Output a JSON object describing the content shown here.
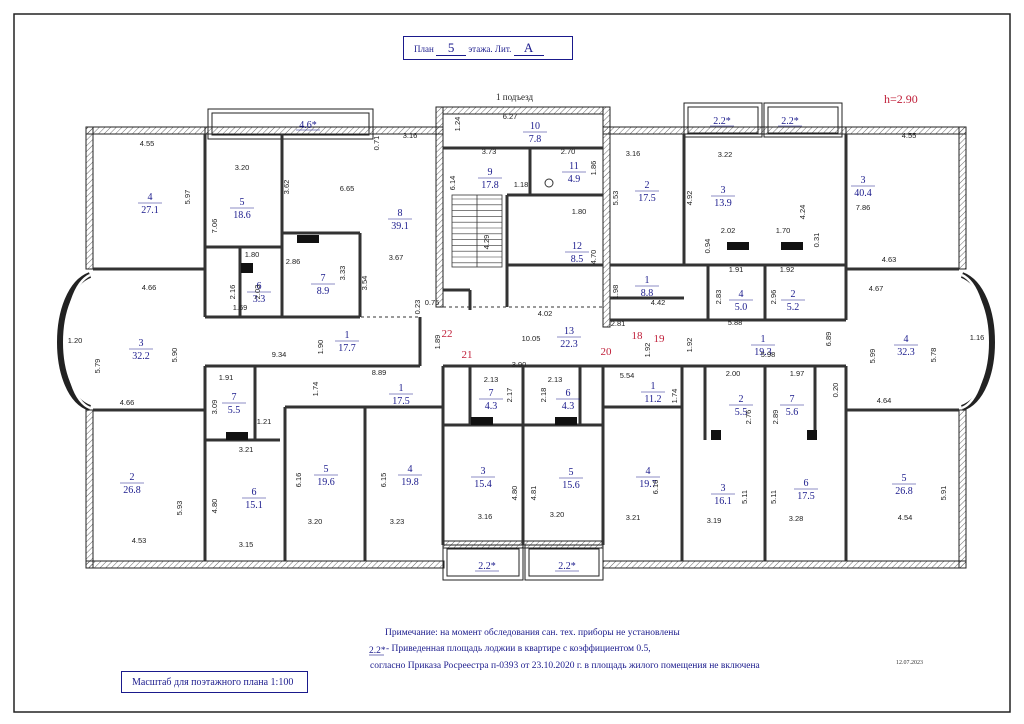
{
  "header": {
    "plan_label": "План",
    "floor_value": "5",
    "floor_suffix": "этажа. Лит.",
    "lit_value": "А"
  },
  "entrance_label": "1 подъезд",
  "height_label": "h=2.90",
  "notes": {
    "line1": "Примечание: на момент обследования сан. тех. приборы  не установлены",
    "line2_mark": "2.2*",
    "line2": " - Приведенная площадь лоджии в квартире с коэффициентом 0.5,",
    "line3": "согласно Приказа Росреестра п-0393 от 23.10.2020 г. в площадь жилого помещения не включена"
  },
  "scale_label": "Масштаб для поэтажного плана 1:100",
  "date": "12.07.2023",
  "colors": {
    "ink": "#1a1a8c",
    "wall": "#333333",
    "red": "#c0203a"
  },
  "rooms": [
    {
      "num": "4",
      "area": "27.1"
    },
    {
      "num": "5",
      "area": "18.6"
    },
    {
      "num": "8",
      "area": "39.1"
    },
    {
      "num": "6",
      "area": "3.3"
    },
    {
      "num": "7",
      "area": "8.9"
    },
    {
      "num": "3",
      "area": "32.2"
    },
    {
      "num": "1",
      "area": "17.7"
    },
    {
      "num": "9",
      "area": "17.8"
    },
    {
      "num": "10",
      "area": "7.8"
    },
    {
      "num": "11",
      "area": "4.9"
    },
    {
      "num": "12",
      "area": "8.5"
    },
    {
      "num": "13",
      "area": "22.3"
    },
    {
      "num": "2",
      "area": "17.5"
    },
    {
      "num": "3",
      "area": "13.9"
    },
    {
      "num": "1",
      "area": "8.8"
    },
    {
      "num": "4",
      "area": "5.0"
    },
    {
      "num": "2",
      "area": "5.2"
    },
    {
      "num": "3",
      "area": "40.4"
    },
    {
      "num": "4",
      "area": "32.3"
    },
    {
      "num": "1",
      "area": "19.3"
    },
    {
      "num": "7",
      "area": "5.5"
    },
    {
      "num": "1",
      "area": "17.5"
    },
    {
      "num": "2",
      "area": "26.8"
    },
    {
      "num": "6",
      "area": "15.1"
    },
    {
      "num": "5",
      "area": "19.6"
    },
    {
      "num": "4",
      "area": "19.8"
    },
    {
      "num": "7",
      "area": "4.3"
    },
    {
      "num": "3",
      "area": "15.4"
    },
    {
      "num": "6",
      "area": "4.3"
    },
    {
      "num": "5",
      "area": "15.6"
    },
    {
      "num": "1",
      "area": "11.2"
    },
    {
      "num": "4",
      "area": "19.7"
    },
    {
      "num": "2",
      "area": "5.5"
    },
    {
      "num": "3",
      "area": "16.1"
    },
    {
      "num": "7",
      "area": "5.6"
    },
    {
      "num": "6",
      "area": "17.5"
    },
    {
      "num": "5",
      "area": "26.8"
    }
  ],
  "loggias": [
    "4.6*",
    "2.2*",
    "2.2*",
    "2.2*",
    "2.2*"
  ],
  "apartments": [
    "22",
    "21",
    "20",
    "18",
    "19"
  ],
  "dimensions": [
    "4.55",
    "5.97",
    "3.20",
    "7.06",
    "3.62",
    "6.65",
    "3.16",
    "0.71",
    "1.80",
    "2.86",
    "3.33",
    "3.67",
    "2.16",
    "2.03",
    "1.69",
    "3.54",
    "4.66",
    "5.79",
    "5.90",
    "1.90",
    "9.34",
    "0.23",
    "0.75",
    "1.89",
    "1.24",
    "6.27",
    "3.73",
    "2.70",
    "1.86",
    "6.14",
    "1.18",
    "1.80",
    "4.29",
    "4.70",
    "10.05",
    "4.02",
    "3.16",
    "5.53",
    "3.22",
    "4.92",
    "2.02",
    "0.94",
    "1.70",
    "0.31",
    "4.55",
    "4.24",
    "7.86",
    "1.91",
    "1.92",
    "2.83",
    "2.96",
    "1.98",
    "4.42",
    "2.81",
    "1.92",
    "1.92",
    "5.88",
    "4.63",
    "4.67",
    "6.89",
    "5.98",
    "5.99",
    "5.78",
    "1.20",
    "1.16",
    "1.91",
    "3.09",
    "1.74",
    "8.89",
    "3.90",
    "2.13",
    "2.17",
    "2.18",
    "2.13",
    "5.54",
    "1.74",
    "2.00",
    "1.97",
    "2.89",
    "2.76",
    "0.20",
    "4.64",
    "4.66",
    "3.21",
    "1.21",
    "6.16",
    "6.15",
    "4.80",
    "4.81",
    "6.16",
    "5.11",
    "5.11",
    "5.93",
    "5.91",
    "4.53",
    "3.15",
    "3.20",
    "3.23",
    "3.16",
    "3.20",
    "3.21",
    "3.19",
    "3.28",
    "4.54",
    "4.80"
  ]
}
